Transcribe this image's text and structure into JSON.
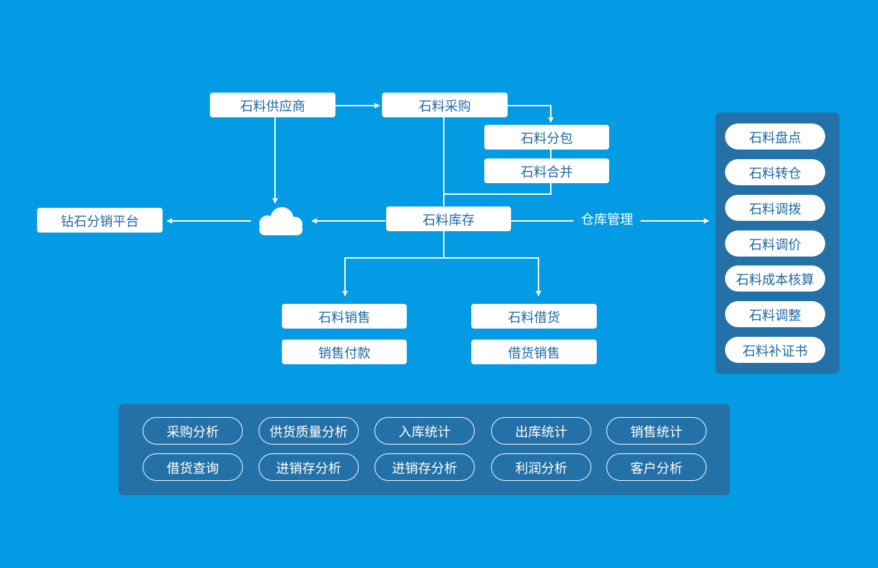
{
  "nodes": {
    "supplier": "石料供应商",
    "purchase": "石料采购",
    "subpack": "石料分包",
    "merge": "石料合并",
    "inventory": "石料库存",
    "platform": "钻石分销平台",
    "sales": "石料销售",
    "sales_payment": "销售付款",
    "loan": "石料借货",
    "loan_sales": "借货销售"
  },
  "warehouse_label": "仓库管理",
  "warehouse_items": [
    "石料盘点",
    "石料转仓",
    "石料调拨",
    "石料调价",
    "石料成本核算",
    "石料调整",
    "石料补证书"
  ],
  "analysis_row1": [
    "采购分析",
    "供货质量分析",
    "入库统计",
    "出库统计",
    "销售统计"
  ],
  "analysis_row2": [
    "借货查询",
    "进销存分析",
    "进销存分析",
    "利润分析",
    "客户分析"
  ],
  "icons": [
    "cloud-icon"
  ],
  "colors": {
    "background": "#049be5",
    "panel": "#2471a8",
    "node_text": "#1f6aa3"
  }
}
